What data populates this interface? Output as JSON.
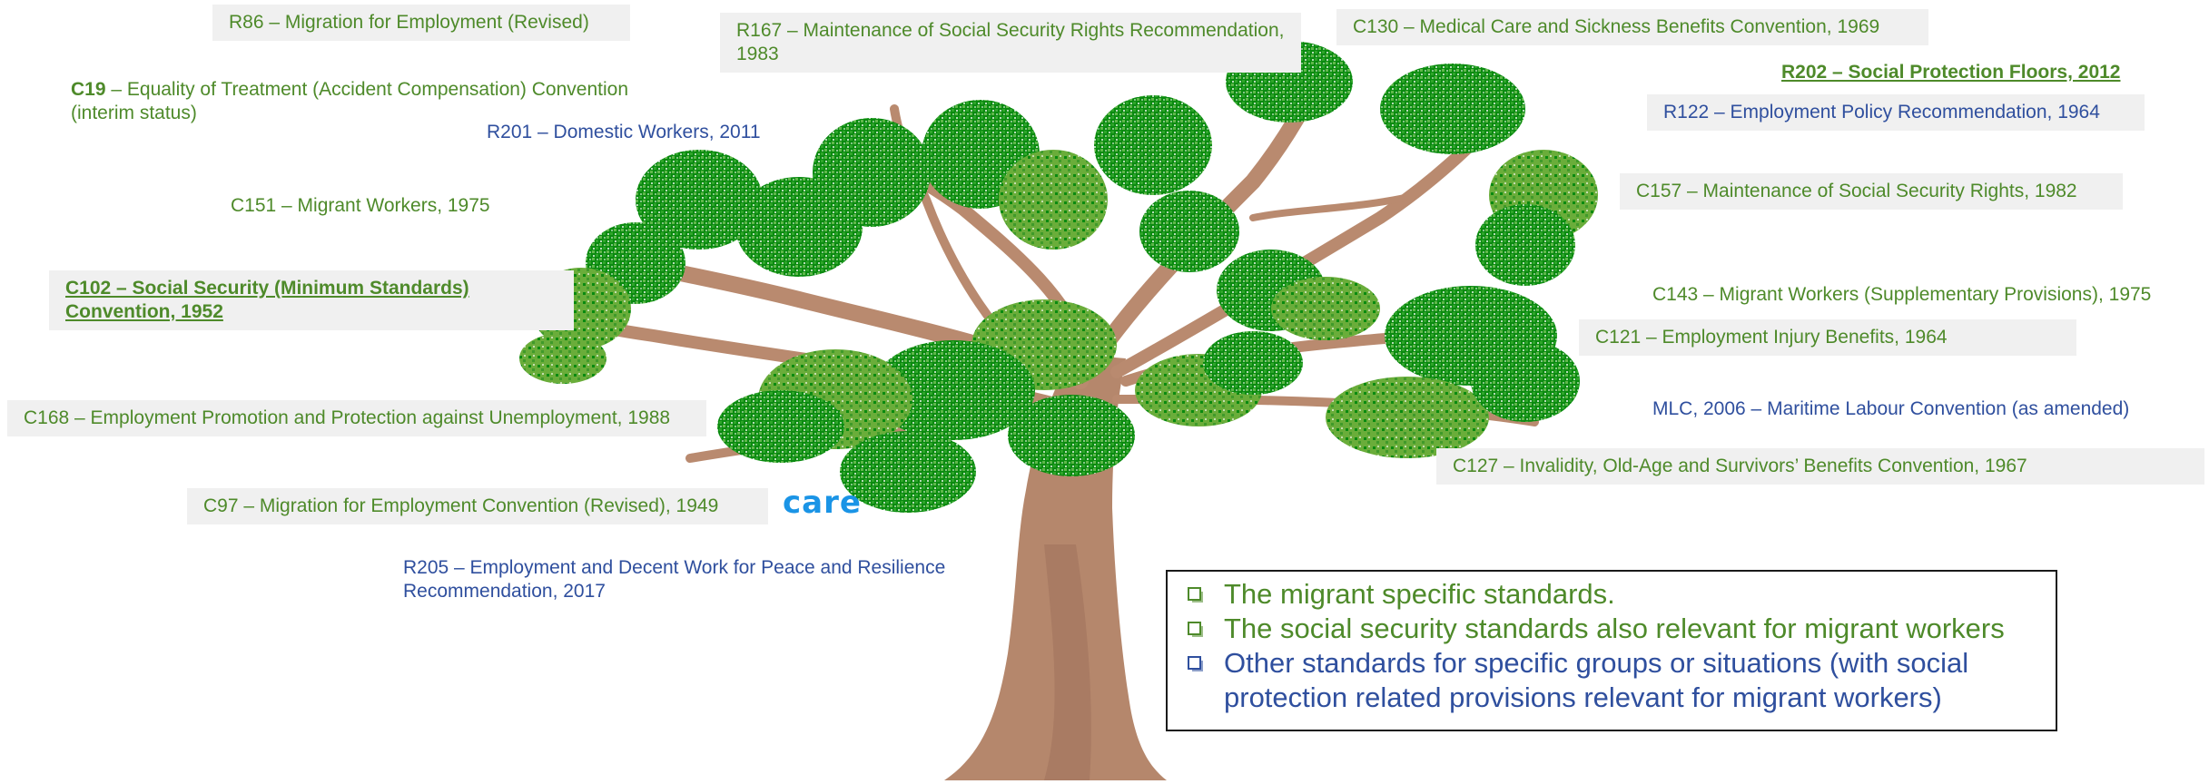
{
  "diagram": {
    "central_word": "care",
    "labels": [
      {
        "id": "r86",
        "text": "R86 – Migration for Employment (Revised)",
        "color": "green"
      },
      {
        "id": "c19",
        "code": "C19",
        "text": " – Equality of Treatment (Accident Compensation) Convention (interim status)",
        "color": "green"
      },
      {
        "id": "r201",
        "text": "R201 – Domestic Workers, 2011",
        "color": "blue"
      },
      {
        "id": "r167",
        "text": "R167 – Maintenance of Social Security Rights Recommendation, 1983",
        "color": "green"
      },
      {
        "id": "c130",
        "text": "C130 – Medical Care and Sickness Benefits Convention, 1969",
        "color": "green"
      },
      {
        "id": "r202",
        "text": "R202 – Social Protection Floors, 2012",
        "color": "green",
        "bold": true,
        "underline": true
      },
      {
        "id": "r122",
        "text": "R122 – Employment Policy Recommendation, 1964",
        "color": "blue"
      },
      {
        "id": "c151",
        "text": "C151 – Migrant Workers, 1975",
        "color": "green"
      },
      {
        "id": "c157",
        "text": "C157 – Maintenance of Social Security Rights, 1982",
        "color": "green"
      },
      {
        "id": "c102",
        "text": "C102 – Social Security (Minimum Standards) Convention, 1952",
        "color": "green",
        "bold": true,
        "underline": true
      },
      {
        "id": "c143",
        "text": "C143 – Migrant Workers (Supplementary Provisions), 1975",
        "color": "green"
      },
      {
        "id": "c121",
        "text": "C121 – Employment Injury Benefits, 1964",
        "color": "green"
      },
      {
        "id": "c168",
        "text": "C168 – Employment Promotion and Protection against Unemployment, 1988",
        "color": "green"
      },
      {
        "id": "mlc",
        "text": "MLC, 2006 – Maritime Labour Convention (as amended)",
        "color": "blue"
      },
      {
        "id": "c127",
        "text": "C127 – Invalidity, Old-Age and Survivors’ Benefits Convention, 1967",
        "color": "green"
      },
      {
        "id": "c97",
        "text": "C97 – Migration for Employment Convention (Revised), 1949",
        "color": "green"
      },
      {
        "id": "r205",
        "text": "R205 – Employment and Decent Work for Peace and Resilience Recommendation, 2017",
        "color": "blue"
      }
    ]
  },
  "legend": {
    "items": [
      {
        "text": "The migrant specific standards.",
        "color": "green"
      },
      {
        "text": "The social security standards also relevant for migrant workers",
        "color": "green"
      },
      {
        "text": "Other standards for specific groups or situations (with social protection related provisions relevant for migrant workers)",
        "color": "blue"
      }
    ]
  },
  "colors": {
    "green": "#4e8a2a",
    "blue": "#2f4f9e",
    "trunk": "#b5876c",
    "foliage_dark": "#0a8a10",
    "foliage_light": "#6aad3a",
    "label_box": "#f0f0f0",
    "care_word": "#1a94e6"
  }
}
